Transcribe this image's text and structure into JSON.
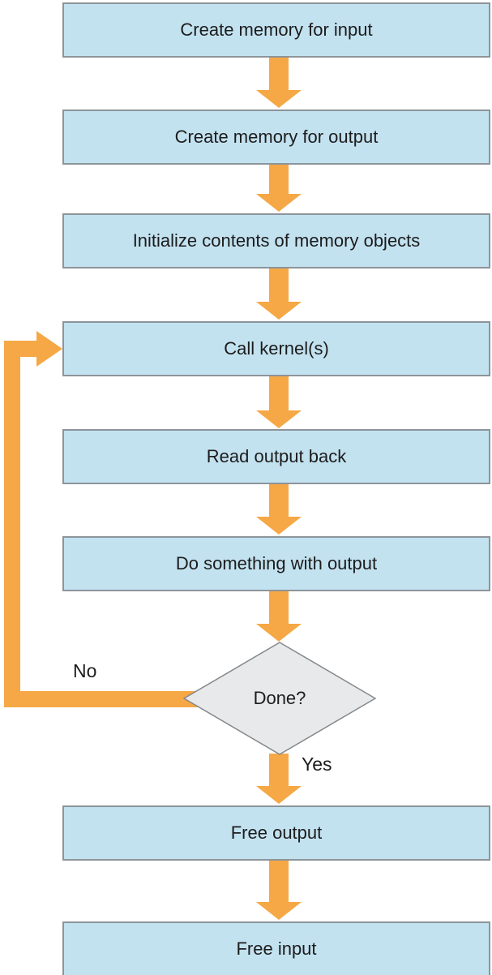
{
  "flowchart": {
    "nodes": [
      {
        "label": "Create memory for input"
      },
      {
        "label": "Create memory for output"
      },
      {
        "label": "Initialize contents of memory objects"
      },
      {
        "label": "Call kernel(s)"
      },
      {
        "label": "Read output back"
      },
      {
        "label": "Do something with output"
      },
      {
        "label": "Free output"
      },
      {
        "label": "Free input"
      }
    ],
    "decision": {
      "label": "Done?"
    },
    "edge_labels": {
      "no": "No",
      "yes": "Yes"
    },
    "icons": {
      "down_arrow": "down-arrow-icon",
      "loop_arrow": "loop-back-arrow-icon"
    },
    "colors": {
      "box_fill": "#c3e2f0",
      "box_border": "#8d9499",
      "arrow_orange": "#f5a845",
      "decision_fill": "#e8e9ea",
      "decision_border": "#84888b",
      "text": "#1c1c1c",
      "background": "#ffffff"
    }
  }
}
